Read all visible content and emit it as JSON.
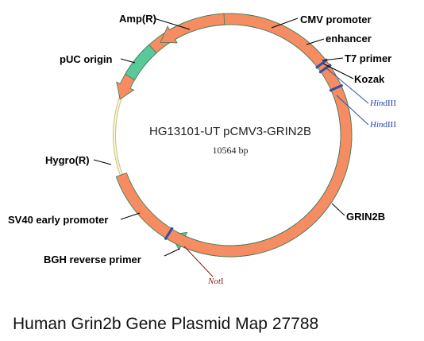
{
  "plasmid": {
    "name": "HG13101-UT pCMV3-GRIN2B",
    "size": "10564 bp"
  },
  "features": {
    "cmv_promoter": "CMV promoter",
    "enhancer": "enhancer",
    "t7_primer": "T7 primer",
    "kozak": "Kozak",
    "grin2b": "GRIN2B",
    "bgh_reverse_primer": "BGH reverse primer",
    "sv40_early_promoter": "SV40 early promoter",
    "hygro": "Hygro(R)",
    "puc_origin": "pUC origin",
    "amp": "Amp(R)"
  },
  "sites": {
    "hind_a_italic": "Hin",
    "hind_a_rest": "dIII",
    "hind_b_italic": "Hin",
    "hind_b_rest": "dIII",
    "not_italic": "Not",
    "not_rest": "I"
  },
  "caption": "Human Grin2b Gene Plasmid Map 27788",
  "colors": {
    "backbone": "#efe8b0",
    "backbone_edge": "#c9c48a",
    "green_feature": "#5bc89a",
    "orange_feature": "#f58c62",
    "feature_edge": "#3a7a5a",
    "site_marker": "#2e4fa8"
  }
}
